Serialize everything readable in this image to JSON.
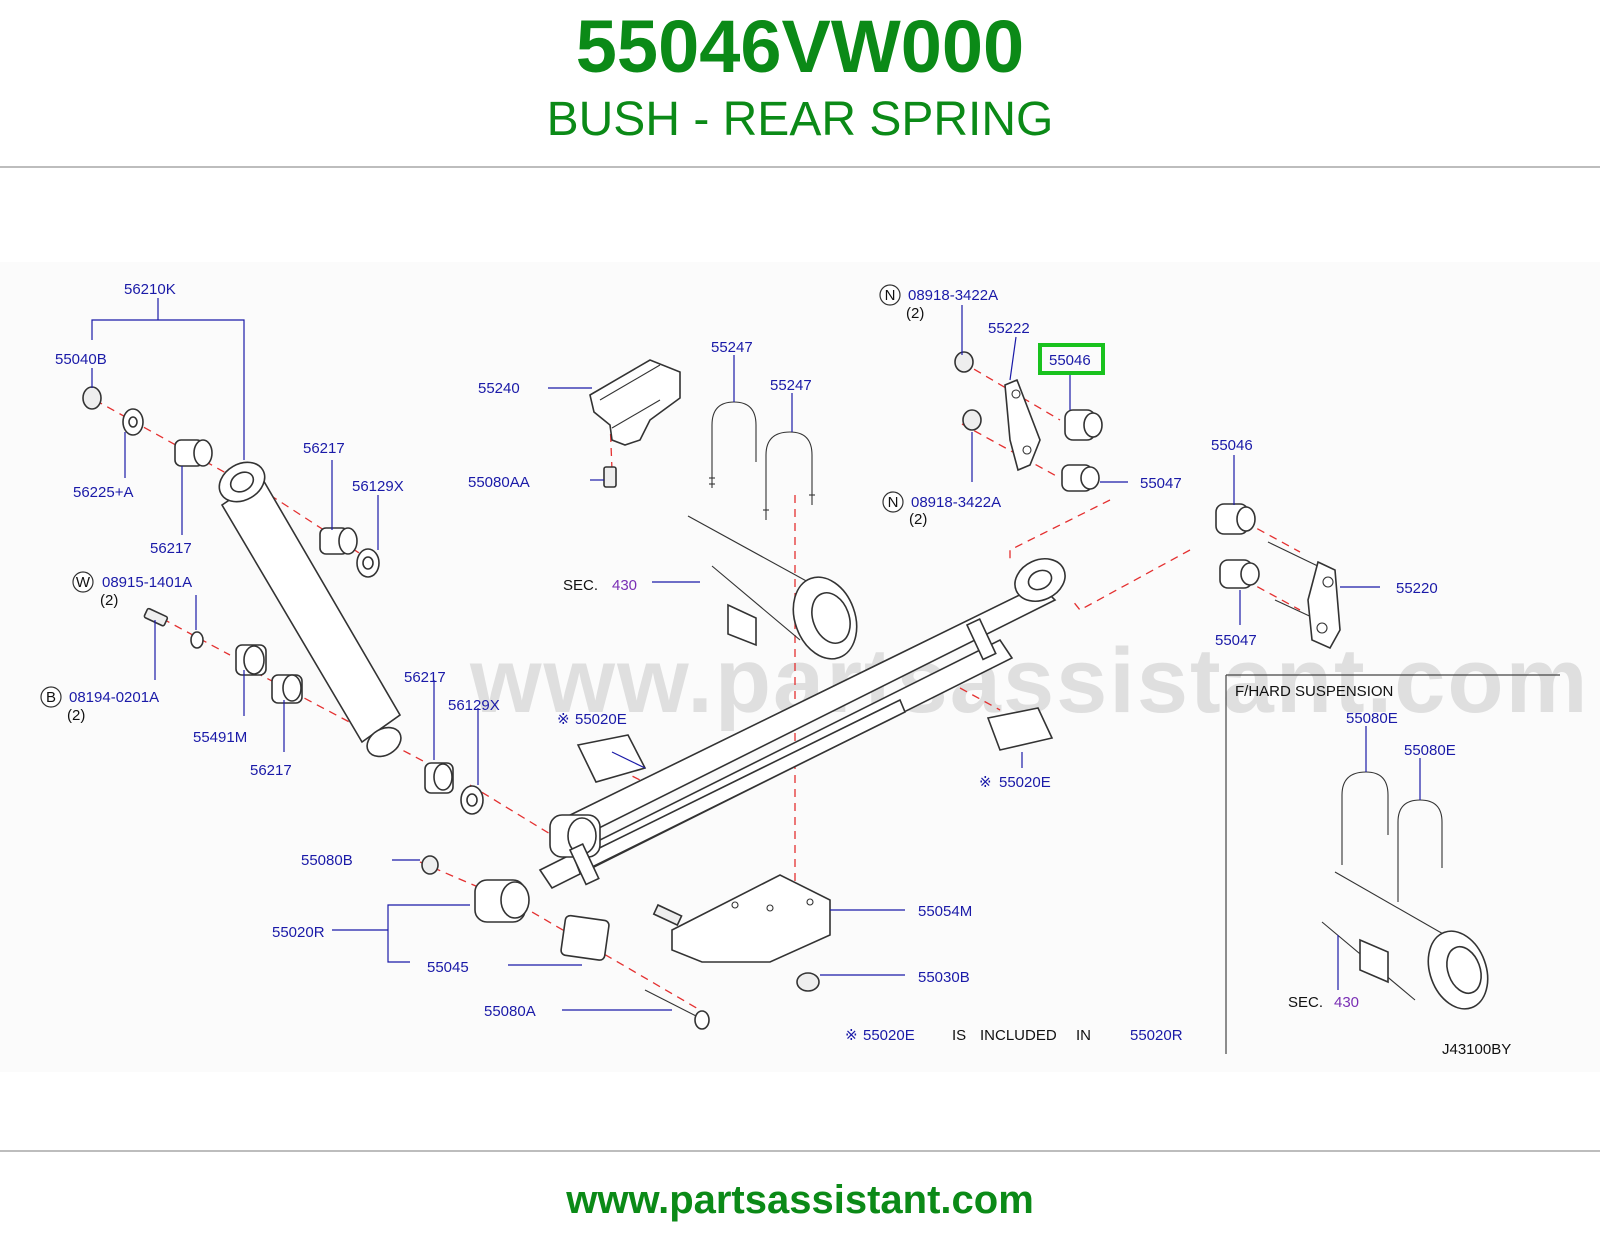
{
  "header": {
    "part_number": "55046VW000",
    "part_title": "BUSH - REAR SPRING"
  },
  "footer": {
    "url": "www.partsassistant.com"
  },
  "diagram": {
    "watermark": "www.partsassistant.com",
    "sheet_code": "J43100BY",
    "highlighted_callout": "55046",
    "highlight_color": "#19c21e",
    "callouts": {
      "c56210K": "56210K",
      "c55040B": "55040B",
      "c56225A": "56225+A",
      "c56217a": "56217",
      "c56217b": "56217",
      "c56217c": "56217",
      "c56217d": "56217",
      "c56129Xa": "56129X",
      "c56129Xb": "56129X",
      "c08915": "08915-1401A",
      "c08915q": "(2)",
      "c08194": "08194-0201A",
      "c08194q": "(2)",
      "c55491M": "55491M",
      "c55240": "55240",
      "c55080AA": "55080AA",
      "c55247a": "55247",
      "c55247b": "55247",
      "c08918a": "08918-3422A",
      "c08918aq": "(2)",
      "c08918b": "08918-3422A",
      "c08918bq": "(2)",
      "c55222": "55222",
      "c55046a": "55046",
      "c55047a": "55047",
      "c55046b": "55046",
      "c55220": "55220",
      "c55047b": "55047",
      "c55020Ea": "55020E",
      "c55020Eb": "55020E",
      "c55020Ec": "55020E",
      "c55080B": "55080B",
      "c55020R": "55020R",
      "c55045": "55045",
      "c55080A": "55080A",
      "c55054M": "55054M",
      "c55030B": "55030B",
      "c55080Ea": "55080E",
      "c55080Eb": "55080E"
    },
    "sec_label_a": "SEC.",
    "sec_ref_a": "430",
    "sec_label_b": "SEC.",
    "sec_ref_b": "430",
    "circle_n_a": "N",
    "circle_n_b": "N",
    "circle_w": "W",
    "circle_b": "B",
    "note": {
      "mark": "※",
      "part": "55020E",
      "is": "IS",
      "included": "INCLUDED",
      "in": "IN",
      "target": "55020R"
    },
    "inset_title": "F/HARD   SUSPENSION",
    "colors": {
      "label": "#1a1aa8",
      "reference": "#7a2fb5",
      "dash": "#e43030",
      "title": "#0b8a17"
    }
  }
}
